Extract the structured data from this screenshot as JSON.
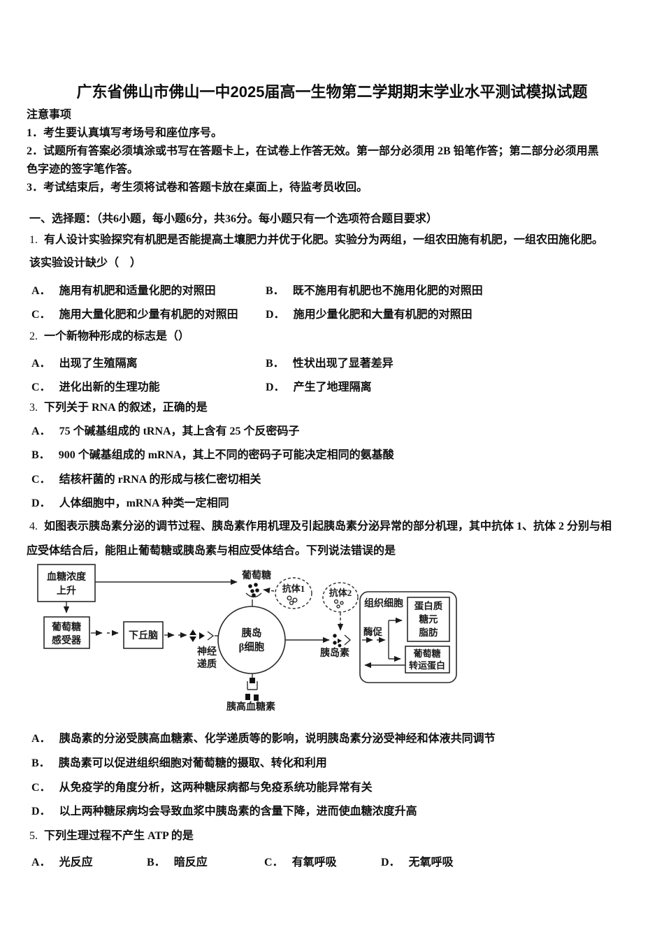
{
  "title": "广东省佛山市佛山一中2025届高一生物第二学期期末学业水平测试模拟试题",
  "notice": {
    "heading": "注意事项",
    "line1": "1．考生要认真填写考场号和座位序号。",
    "line2": "2．试题所有答案必须填涂或书写在答题卡上，在试卷上作答无效。第一部分必须用 2B 铅笔作答；第二部分必须用黑",
    "line3": "色字迹的签字笔作答。",
    "line4": "3．考试结束后，考生须将试卷和答题卡放在桌面上，待监考员收回。"
  },
  "section_header": "一、选择题：（共6小题，每小题6分，共36分。每小题只有一个选项符合题目要求）",
  "questions": [
    {
      "number": "1.",
      "stem1": "有人设计实验探究有机肥是否能提高土壤肥力并优于化肥。实验分为两组，一组农田施有机肥，一组农田施化肥。",
      "stem2": "该实验设计缺少（　）",
      "options": [
        {
          "label": "A．",
          "text": "施用有机肥和适量化肥的对照田"
        },
        {
          "label": "B．",
          "text": "既不施用有机肥也不施用化肥的对照田"
        },
        {
          "label": "C．",
          "text": "施用大量化肥和少量有机肥的对照田"
        },
        {
          "label": "D．",
          "text": "施用少量化肥和大量有机肥的对照田"
        }
      ]
    },
    {
      "number": "2.",
      "stem1": "一个新物种形成的标志是（）",
      "options": [
        {
          "label": "A．",
          "text": "出现了生殖隔离"
        },
        {
          "label": "B．",
          "text": "性状出现了显著差异"
        },
        {
          "label": "C．",
          "text": "进化出新的生理功能"
        },
        {
          "label": "D．",
          "text": "产生了地理隔离"
        }
      ]
    },
    {
      "number": "3.",
      "stem1": "下列关于 RNA 的叙述，正确的是",
      "options": [
        {
          "label": "A．",
          "text": "75 个碱基组成的 tRNA，其上含有 25 个反密码子"
        },
        {
          "label": "B．",
          "text": "900 个碱基组成的 mRNA，其上不同的密码子可能决定相同的氨基酸"
        },
        {
          "label": "C．",
          "text": "结核杆菌的 rRNA 的形成与核仁密切相关"
        },
        {
          "label": "D．",
          "text": "人体细胞中，mRNA 种类一定相同"
        }
      ]
    },
    {
      "number": "4.",
      "stem1": "如图表示胰岛素分泌的调节过程、胰岛素作用机理及引起胰岛素分泌异常的部分机理，其中抗体 1、抗体 2 分别与相",
      "stem2": "应受体结合后，能阻止葡萄糖或胰岛素与相应受体结合。下列说法错误的是",
      "options": [
        {
          "label": "A．",
          "text": "胰岛素的分泌受胰高血糖素、化学递质等的影响，说明胰岛素分泌受神经和体液共同调节"
        },
        {
          "label": "B．",
          "text": "胰岛素可以促进组织细胞对葡萄糖的摄取、转化和利用"
        },
        {
          "label": "C．",
          "text": "从免疫学的角度分析，这两种糖尿病都与免疫系统功能异常有关"
        },
        {
          "label": "D．",
          "text": "以上两种糖尿病均会导致血浆中胰岛素的含量下降，进而使血糖浓度升高"
        }
      ]
    },
    {
      "number": "5.",
      "stem1": "下列生理过程不产生 ATP 的是",
      "options": [
        {
          "label": "A．",
          "text": "光反应"
        },
        {
          "label": "B．",
          "text": "暗反应"
        },
        {
          "label": "C．",
          "text": "有氧呼吸"
        },
        {
          "label": "D．",
          "text": "无氧呼吸"
        }
      ]
    }
  ],
  "diagram": {
    "blood_rise_1": "血糖浓度",
    "blood_rise_2": "上升",
    "sensor_1": "葡萄糖",
    "sensor_2": "感受器",
    "hypothalamus": "下丘脑",
    "neuro_1": "神经",
    "neuro_2": "递质",
    "beta_cell_1": "胰岛",
    "beta_cell_2": "β细胞",
    "glucose": "葡萄糖",
    "antibody1": "抗体1",
    "antibody2": "抗体2",
    "insulin": "胰岛素",
    "glucagon": "胰高血糖素",
    "tissue_cell": "组织细胞",
    "enzyme": "酶促",
    "product_1": "蛋白质",
    "product_2": "糖元",
    "product_3": "脂肪",
    "transporter_1": "葡萄糖",
    "transporter_2": "转运蛋白"
  }
}
